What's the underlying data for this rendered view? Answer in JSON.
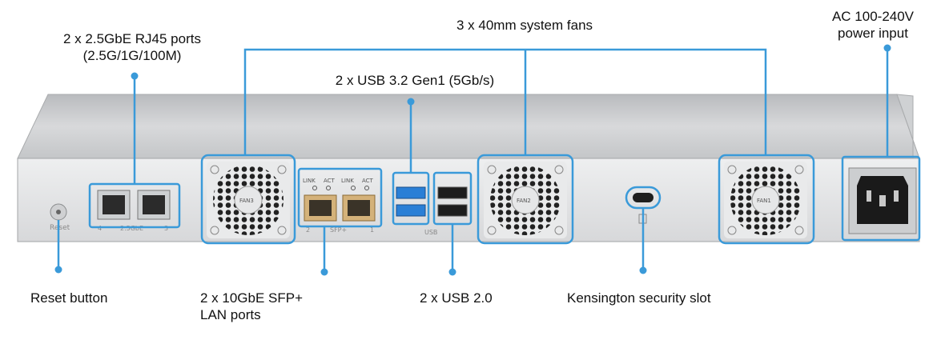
{
  "callouts": {
    "rj45_line1": "2 x 2.5GbE RJ45 ports",
    "rj45_line2": "(2.5G/1G/100M)",
    "fans": "3 x 40mm system fans",
    "ac_line1": "AC 100-240V",
    "ac_line2": "power input",
    "usb32": "2 x USB 3.2 Gen1 (5Gb/s)",
    "reset": "Reset button",
    "sfp_line1": "2 x 10GbE SFP+",
    "sfp_line2": "LAN ports",
    "usb2": "2 x USB 2.0",
    "kensington": "Kensington security slot"
  },
  "panel": {
    "reset_label": "Reset",
    "rj45_num_left": "4",
    "rj45_caption": "2.5GbE",
    "rj45_num_right": "3",
    "fan3": "FAN3",
    "fan2": "FAN2",
    "fan1": "FAN1",
    "sfp_link1": "LINK",
    "sfp_act1": "ACT",
    "sfp_link2": "LINK",
    "sfp_act2": "ACT",
    "sfp_num_left": "2",
    "sfp_caption": "SFP+",
    "sfp_num_right": "1",
    "usb_caption": "USB"
  },
  "colors": {
    "callout_line": "#3a9ad9",
    "chassis_face": "#e4e5e6",
    "chassis_top": "#c9cbcd",
    "usb3_blue": "#2a7fd6"
  }
}
